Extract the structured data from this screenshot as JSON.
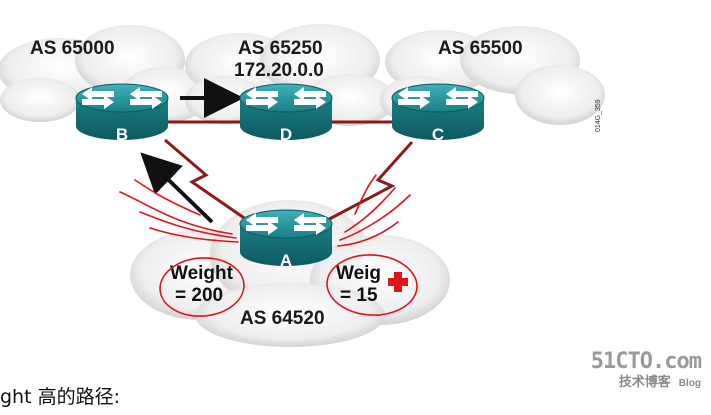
{
  "autonomous_systems": [
    {
      "id": "as-65000",
      "label": "AS 65000",
      "sublabel": ""
    },
    {
      "id": "as-65250",
      "label": "AS 65250",
      "sublabel": "172.20.0.0"
    },
    {
      "id": "as-65500",
      "label": "AS 65500",
      "sublabel": ""
    },
    {
      "id": "as-64520",
      "label": "AS 64520",
      "sublabel": ""
    }
  ],
  "routers": [
    "B",
    "D",
    "C",
    "A"
  ],
  "weights": {
    "left": {
      "line1": "Weight",
      "line2": "= 200"
    },
    "right": {
      "line1": "Weig",
      "line2": "= 15"
    }
  },
  "figure_code": "014G_359",
  "caption": "ght 高的路径:",
  "watermark": {
    "top": "51CTO.com",
    "bottom": "技术博客",
    "blog": "Blog"
  },
  "colors": {
    "router": "#1a7f86",
    "link": "#8b1a1a",
    "annotation": "#e0141b"
  }
}
